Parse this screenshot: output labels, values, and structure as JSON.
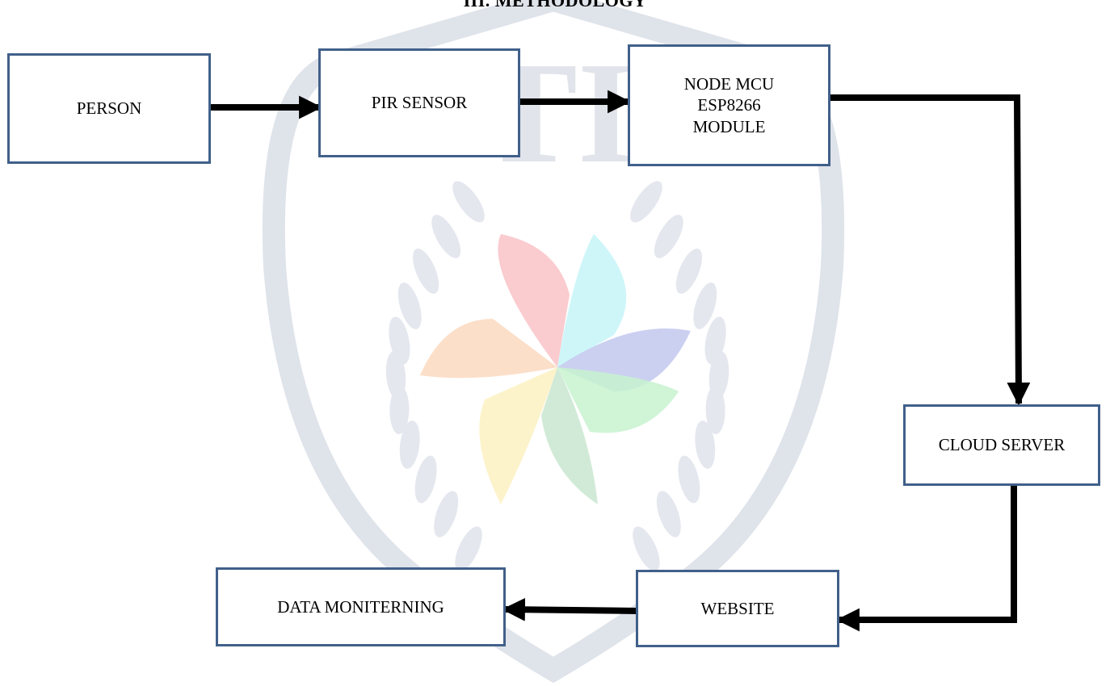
{
  "section_title": "III. METHODOLOGY",
  "watermark": {
    "letters": "TI",
    "petal_colors": [
      "#f9c3c7",
      "#c6f4f8",
      "#c2c8ee",
      "#c7f2cf",
      "#c9e6d0",
      "#fdf1c2",
      "#fbd9bf"
    ]
  },
  "nodes": {
    "person": "PERSON",
    "pir_sensor": "PIR SENSOR",
    "node_mcu": "NODE MCU\nESP8266\nMODULE",
    "cloud_server": "CLOUD SERVER",
    "website": "WEBSITE",
    "data_monitoring": "DATA MONITERNING"
  },
  "flow": [
    {
      "from": "person",
      "to": "pir_sensor"
    },
    {
      "from": "pir_sensor",
      "to": "node_mcu"
    },
    {
      "from": "node_mcu",
      "to": "cloud_server"
    },
    {
      "from": "cloud_server",
      "to": "website"
    },
    {
      "from": "website",
      "to": "data_monitoring"
    }
  ],
  "colors": {
    "box_border": "#41608a",
    "arrow": "#000000",
    "watermark_gray": "#d9dde6"
  }
}
